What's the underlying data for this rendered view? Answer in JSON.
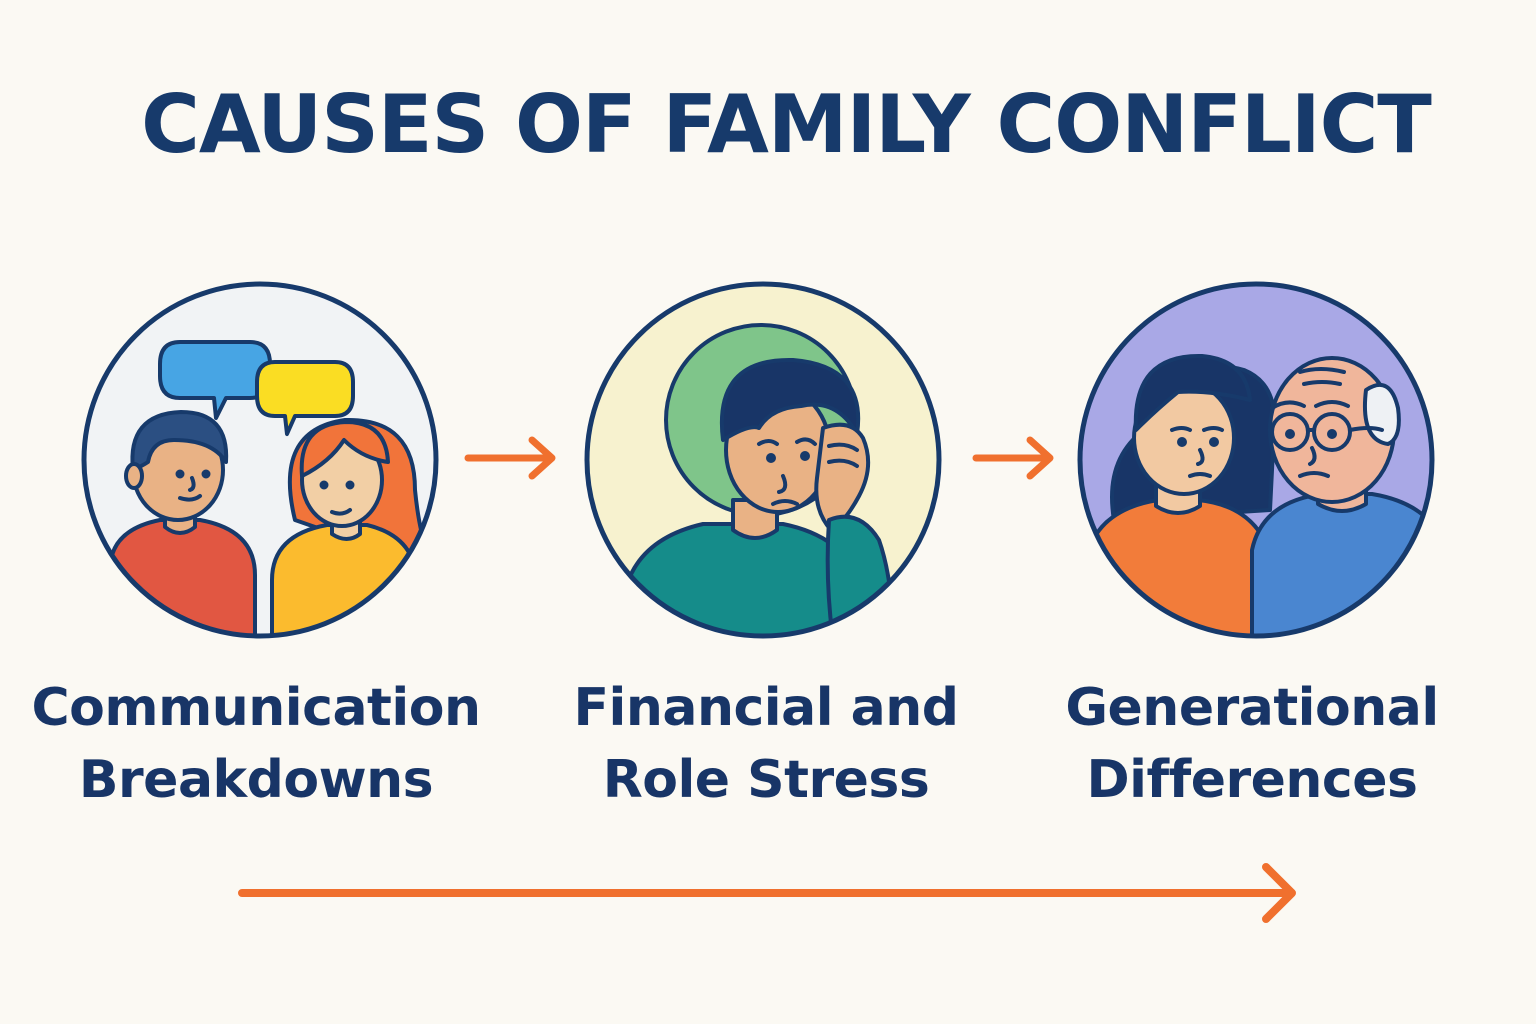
{
  "title": "CAUSES OF FAMILY CONFLICT",
  "steps": [
    {
      "label_line1": "Communication",
      "label_line2": "Breakdowns",
      "illustration": "two-people-speech-bubbles-icon"
    },
    {
      "label_line1": "Financial and",
      "label_line2": "Role Stress",
      "illustration": "stressed-person-icon"
    },
    {
      "label_line1": "Generational",
      "label_line2": "Differences",
      "illustration": "young-and-elderly-person-icon"
    }
  ],
  "colors": {
    "title": "#173a6b",
    "label": "#183567",
    "outline": "#173a6b",
    "arrow": "#f0702e",
    "background": "#fbf9f3",
    "circle1_bg": "#f1f3f5",
    "circle2_bg": "#f7f2cf",
    "circle3_bg": "#a9a8e6"
  }
}
